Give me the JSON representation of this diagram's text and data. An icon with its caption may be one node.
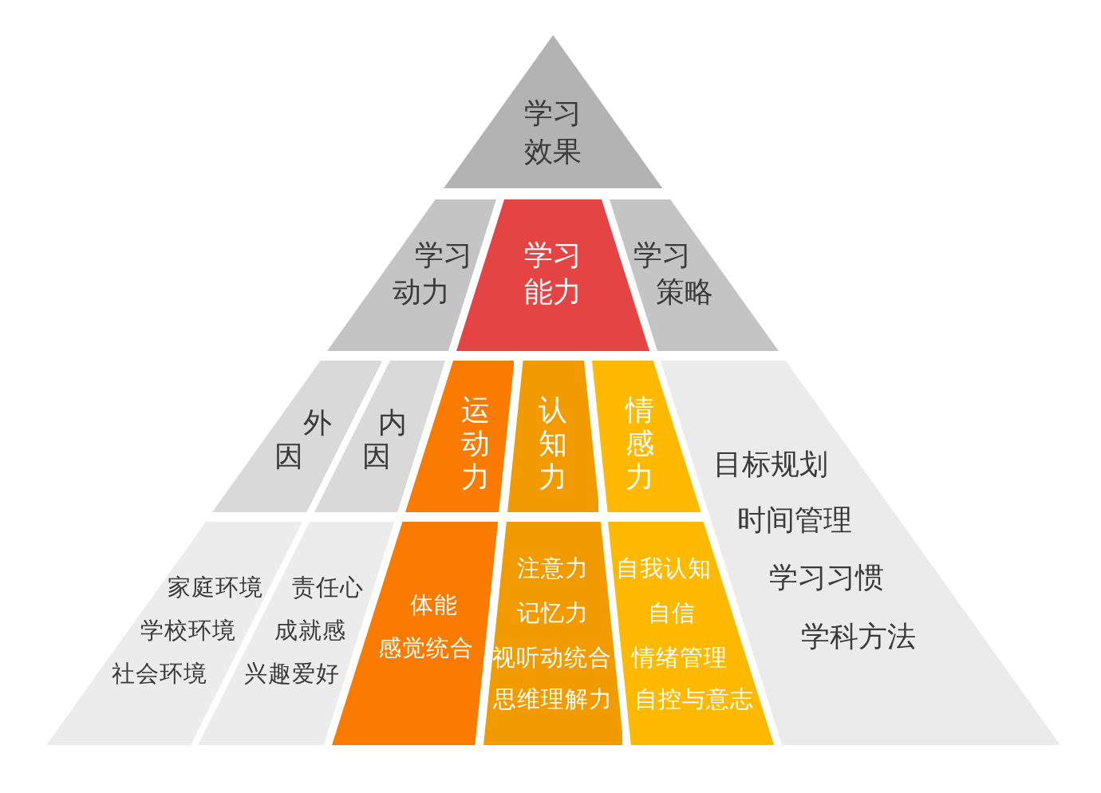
{
  "diagram": {
    "nodes": [
      {
        "text": [
          "学习效果"
        ]
      },
      {
        "text": [
          "学习动力"
        ]
      },
      {
        "text": [
          "学习能力"
        ]
      },
      {
        "text": [
          "学习策略"
        ]
      },
      {
        "text": [
          "外因"
        ]
      },
      {
        "text": [
          "内因"
        ]
      },
      {
        "text": [
          "运动力"
        ]
      },
      {
        "text": [
          "认知力"
        ]
      },
      {
        "text": [
          "情感力"
        ]
      },
      {
        "text": [
          "目标规划",
          "时间管理",
          "学习习惯",
          "学科方法"
        ]
      },
      {
        "text": [
          "家庭环境",
          "学校环境",
          "社会环境"
        ]
      },
      {
        "text": [
          "责任心",
          "成就感",
          "兴趣爱好"
        ]
      },
      {
        "text": [
          "体能",
          "感觉统合"
        ]
      },
      {
        "text": [
          "注意力",
          "记忆力",
          "视听动统合",
          "思维理解力"
        ]
      },
      {
        "text": [
          "自我认知",
          "自信",
          "情绪管理",
          "自控与意志"
        ]
      }
    ]
  }
}
